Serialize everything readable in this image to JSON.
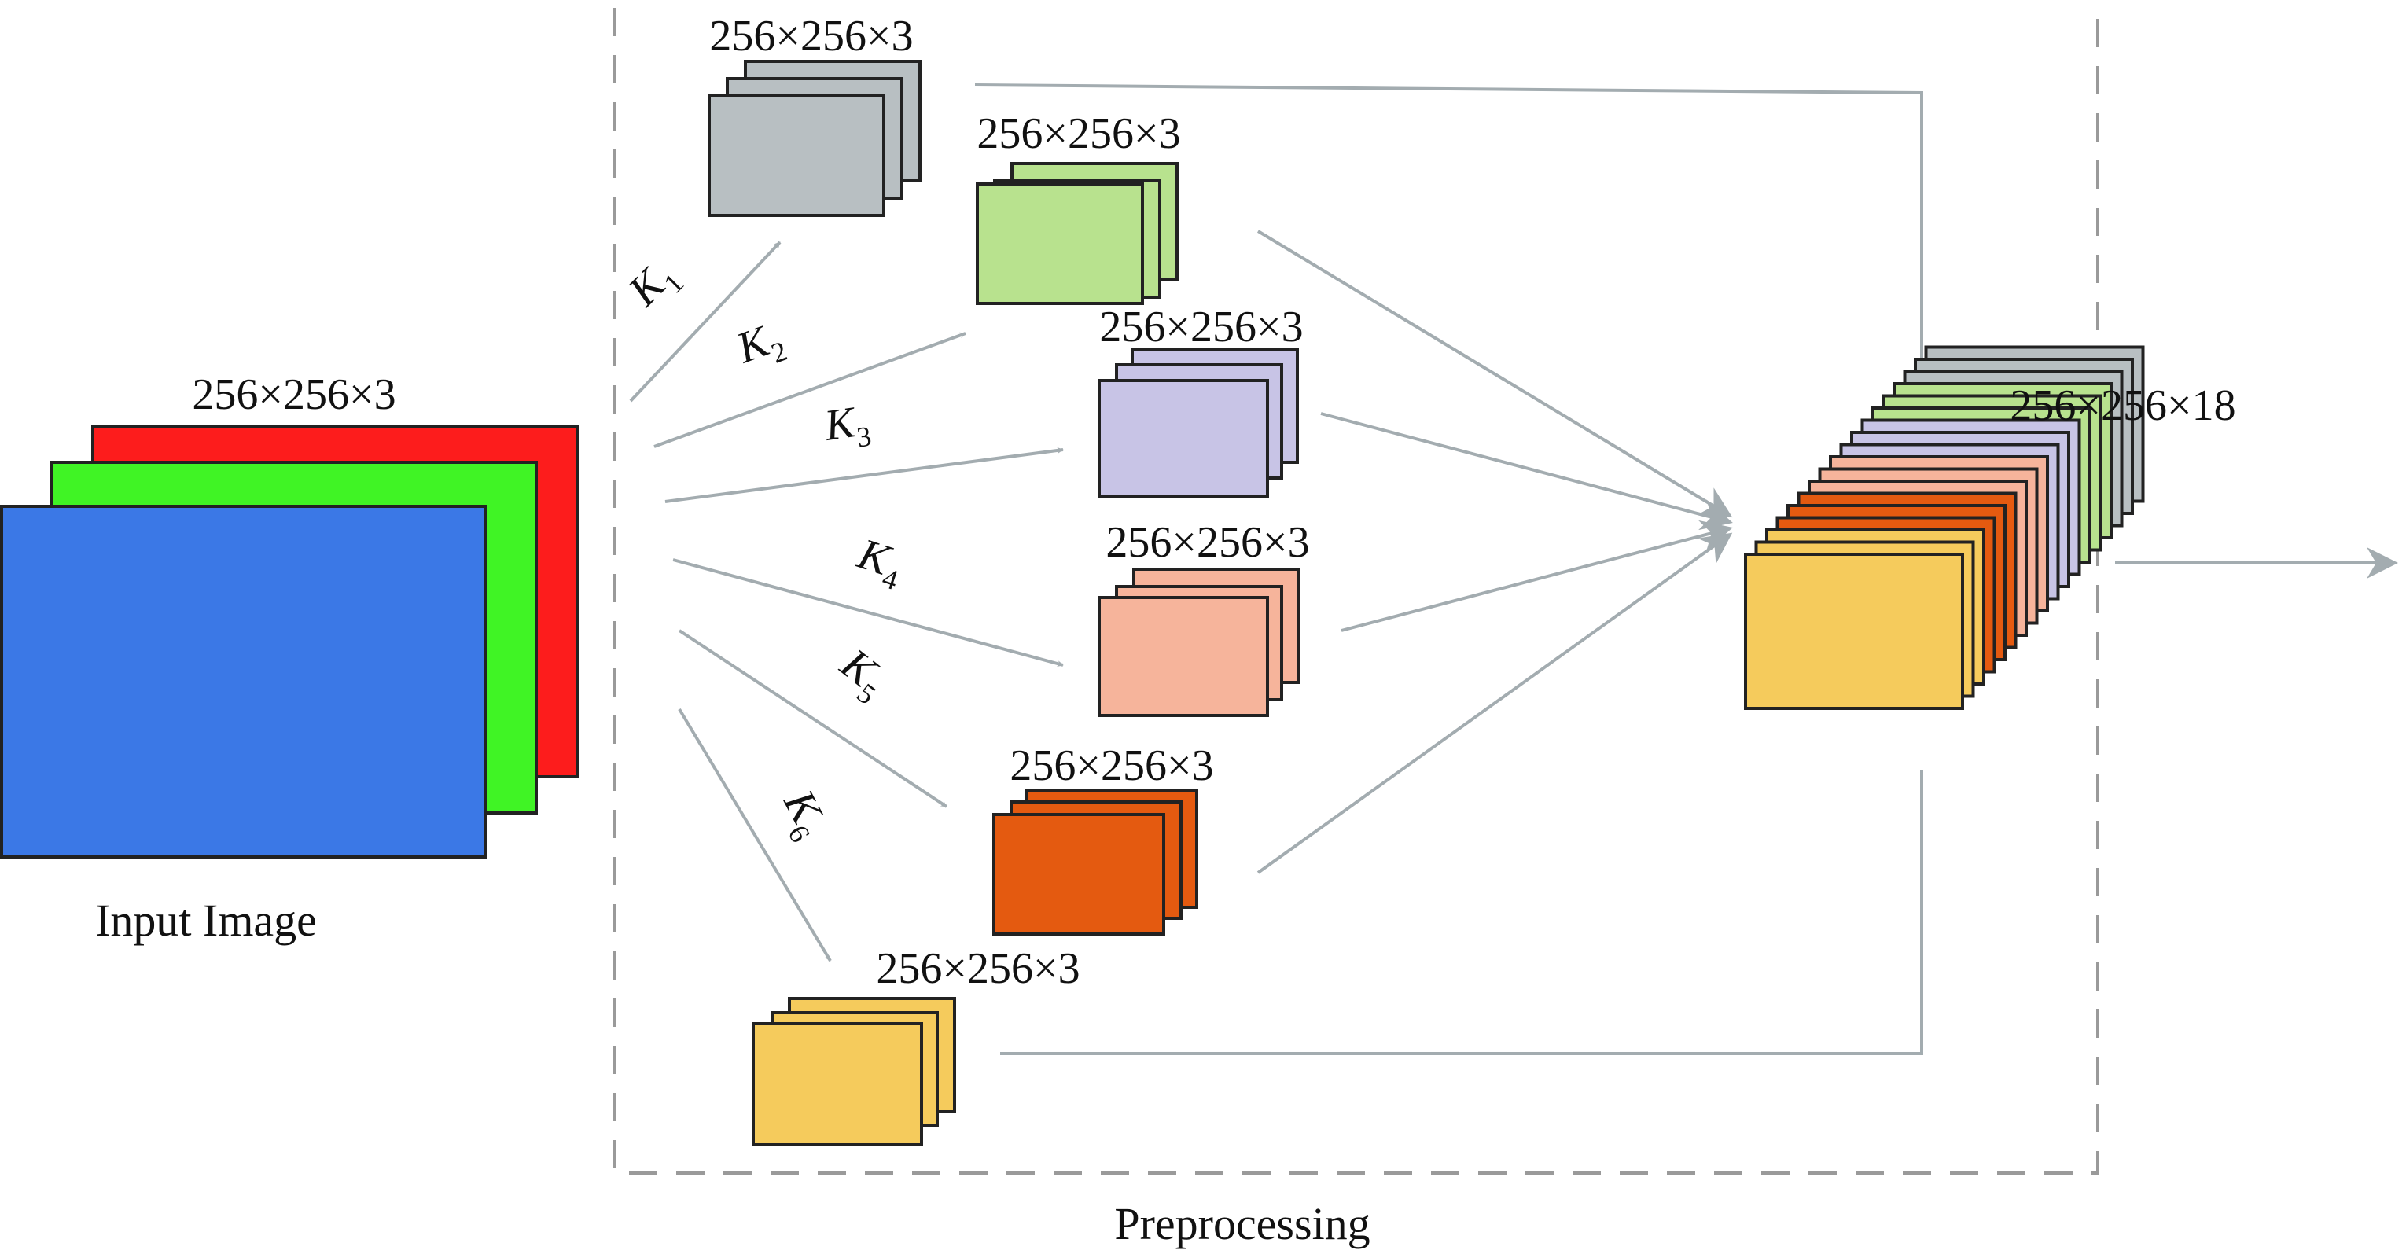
{
  "input": {
    "caption": "Input Image",
    "dims": "256×256×3",
    "channel_colors": [
      "#fd1c1c",
      "#40f425",
      "#3b78e6"
    ]
  },
  "stage": {
    "caption": "Preprocessing"
  },
  "kernels": [
    {
      "letter": "K",
      "sub": "1"
    },
    {
      "letter": "K",
      "sub": "2"
    },
    {
      "letter": "K",
      "sub": "3"
    },
    {
      "letter": "K",
      "sub": "4"
    },
    {
      "letter": "K",
      "sub": "5"
    },
    {
      "letter": "K",
      "sub": "6"
    }
  ],
  "branches": [
    {
      "dims": "256×256×3",
      "color": "#b8bfc2"
    },
    {
      "dims": "256×256×3",
      "color": "#b8e28e"
    },
    {
      "dims": "256×256×3",
      "color": "#c8c4e6"
    },
    {
      "dims": "256×256×3",
      "color": "#f6b49b"
    },
    {
      "dims": "256×256×3",
      "color": "#e45a10"
    },
    {
      "dims": "256×256×3",
      "color": "#f5cb5c"
    }
  ],
  "output": {
    "dims": "256×256×18",
    "slice_colors": [
      "#b8bfc2",
      "#b8bfc2",
      "#b8bfc2",
      "#b8e28e",
      "#b8e28e",
      "#b8e28e",
      "#c8c4e6",
      "#c8c4e6",
      "#c8c4e6",
      "#f6b49b",
      "#f6b49b",
      "#f6b49b",
      "#e45a10",
      "#e45a10",
      "#e45a10",
      "#f5cb5c",
      "#f5cb5c",
      "#f5cb5c"
    ]
  },
  "arrow_color": "#a3acb0"
}
